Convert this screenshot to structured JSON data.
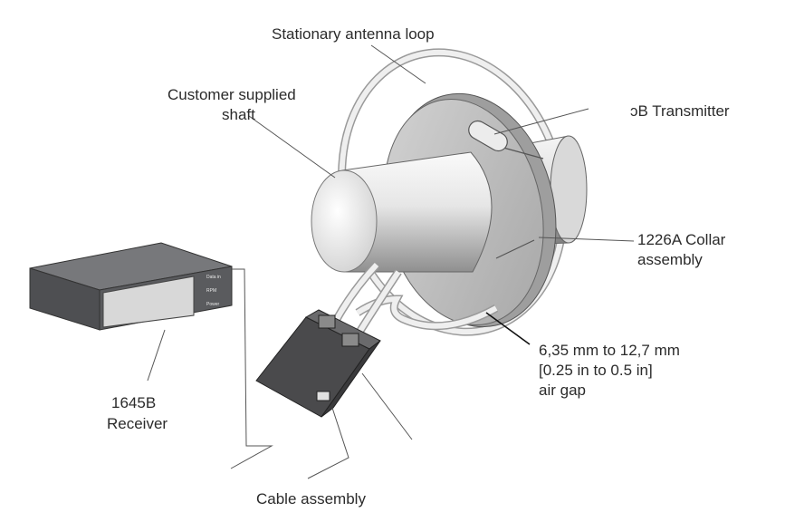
{
  "labels": {
    "antenna": "Stationary antenna loop",
    "shaft_line1": "Customer supplied",
    "shaft_line2": "shaft",
    "transmitter": "ɔB Transmitter",
    "collar_line1": "1226A Collar",
    "collar_line2": "assembly",
    "gap_line1": "6,35 mm to 12,7 mm",
    "gap_line2": "[0.25 in to 0.5 in]",
    "gap_line3": "air gap",
    "receiver_line1": "1645B",
    "receiver_line2": "Receiver",
    "cable": "Cable assembly"
  },
  "receiver_panel": {
    "item1": "Data in",
    "item2": "RPM",
    "item3": "Power"
  },
  "colors": {
    "receiver_body": "#5a5b5e",
    "transmitter_box": "#4a4a4c",
    "shaft_light": "#f2f2f2",
    "shaft_dark": "#8c8c8c",
    "collar": "#bdbdbd"
  }
}
